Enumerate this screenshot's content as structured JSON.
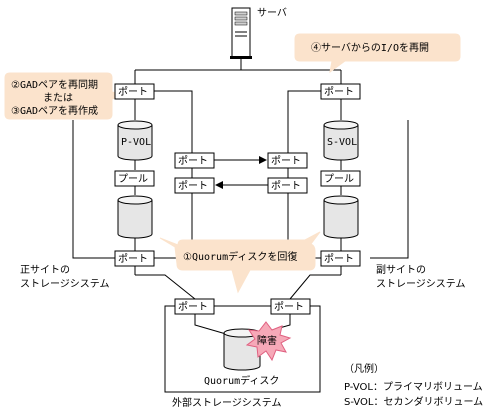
{
  "server_label": "サーバ",
  "callout_resume_io": "④サーバからのI/Oを再開",
  "callout_pair_line1": "②GADペアを再同期",
  "callout_pair_line2": "または",
  "callout_pair_line3": "③GADペアを再作成",
  "callout_quorum": "①Quorumディスクを回復",
  "port_label": "ポート",
  "pool_label": "プール",
  "pvol_label": "P-VOL",
  "svol_label": "S-VOL",
  "primary_site_line1": "正サイトの",
  "primary_site_line2": "ストレージシステム",
  "secondary_site_line1": "副サイトの",
  "secondary_site_line2": "ストレージシステム",
  "external_storage": "外部ストレージシステム",
  "quorum_disk": "Quorumディスク",
  "failure_label": "障害",
  "legend_title": "（凡例）",
  "legend_pvol": "P-VOL：プライマリボリューム",
  "legend_svol": "S-VOL：セカンダリボリューム",
  "colors": {
    "callout_fill": "#fbe3cc",
    "cylinder_body": "#e6e6e6",
    "cylinder_top": "#f4f4f4",
    "burst_fill": "#f6a9b8",
    "burst_stroke": "#e06080"
  }
}
